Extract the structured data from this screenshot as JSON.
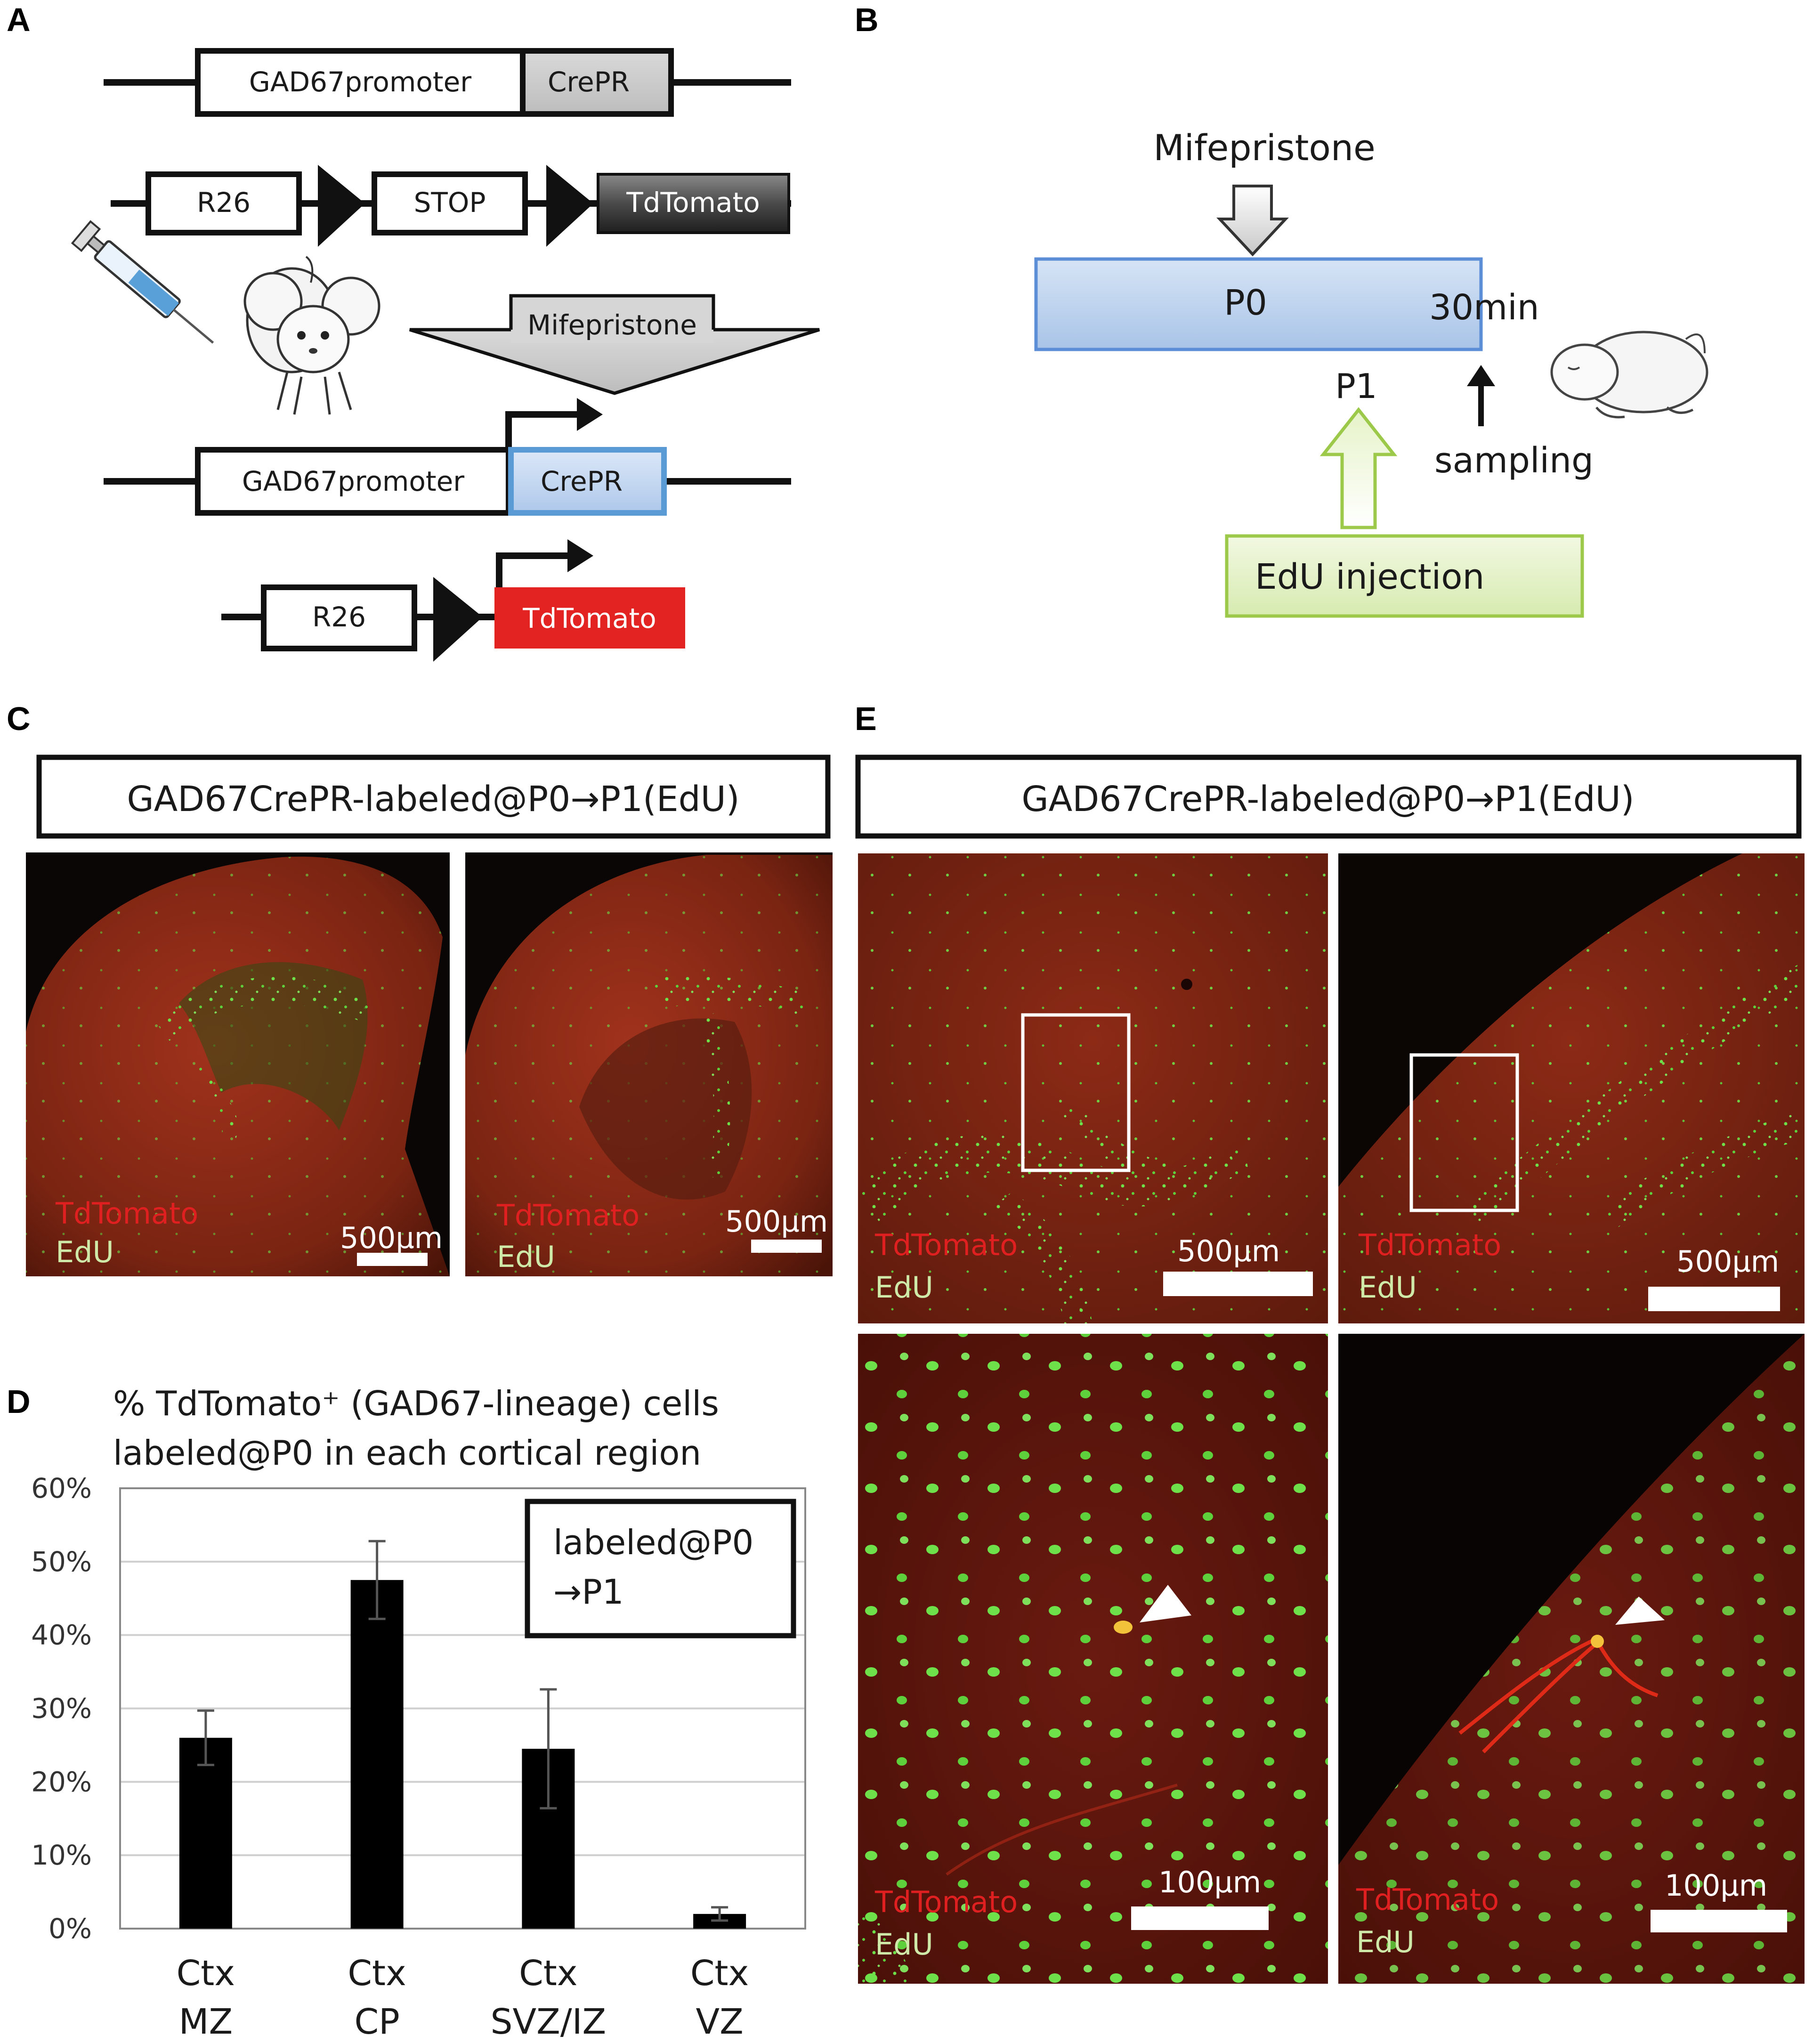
{
  "panels": {
    "a": "A",
    "b": "B",
    "c": "C",
    "d": "D",
    "e": "E"
  },
  "panel_a": {
    "row1": {
      "box1": "GAD67promoter",
      "box2": "CrePR"
    },
    "row2": {
      "box1": "R26",
      "box2": "STOP",
      "box3": "TdTomato"
    },
    "drug_label": "Mifepristone",
    "row3": {
      "box1": "GAD67promoter",
      "box2": "CrePR"
    },
    "row4": {
      "box1": "R26",
      "box2": "TdTomato"
    }
  },
  "panel_b": {
    "drug": "Mifepristone",
    "bar_label": "P0",
    "time_label": "30min",
    "day_label": "P1",
    "sampling": "sampling",
    "injection": "EdU injection"
  },
  "panel_c": {
    "title": "GAD67CrePR-labeled@P0→P1(EdU)",
    "left": {
      "marker_red": "TdTomato",
      "marker_green": "EdU",
      "scale": "500µm"
    },
    "right": {
      "marker_red": "TdTomato",
      "marker_green": "EdU",
      "scale": "500µm"
    }
  },
  "panel_e": {
    "title": "GAD67CrePR-labeled@P0→P1(EdU)",
    "top_left": {
      "marker_red": "TdTomato",
      "marker_green": "EdU",
      "scale": "500µm"
    },
    "top_right": {
      "marker_red": "TdTomato",
      "marker_green": "EdU",
      "scale": "500µm"
    },
    "bottom_left": {
      "marker_red": "TdTomato",
      "marker_green": "EdU",
      "scale": "100µm"
    },
    "bottom_right": {
      "marker_red": "TdTomato",
      "marker_green": "EdU",
      "scale": "100µm"
    }
  },
  "chart_data": {
    "type": "bar",
    "title_line1": "% TdTomato⁺ (GAD67-lineage) cells",
    "title_line2": "labeled@P0 in each cortical region",
    "legend_line1": "labeled@P0",
    "legend_line2": "→P1",
    "categories": [
      {
        "line1": "Ctx",
        "line2": "MZ"
      },
      {
        "line1": "Ctx",
        "line2": "CP"
      },
      {
        "line1": "Ctx",
        "line2": "SVZ/IZ"
      },
      {
        "line1": "Ctx",
        "line2": "VZ"
      }
    ],
    "values": [
      26,
      47.5,
      24.5,
      2
    ],
    "errors": [
      3.7,
      5.3,
      8.1,
      0.9
    ],
    "yticks": [
      "0%",
      "10%",
      "20%",
      "30%",
      "40%",
      "50%",
      "60%"
    ],
    "ylim": [
      0,
      60
    ],
    "grid": true,
    "bar_color": "#000000"
  },
  "colors": {
    "tdtomato": "#e02020",
    "edu": "#7ee05a",
    "crepr_active": "#5b9bd5",
    "timeline_bar": "#c5d8f1",
    "injection_box": "#e4f1c6"
  }
}
